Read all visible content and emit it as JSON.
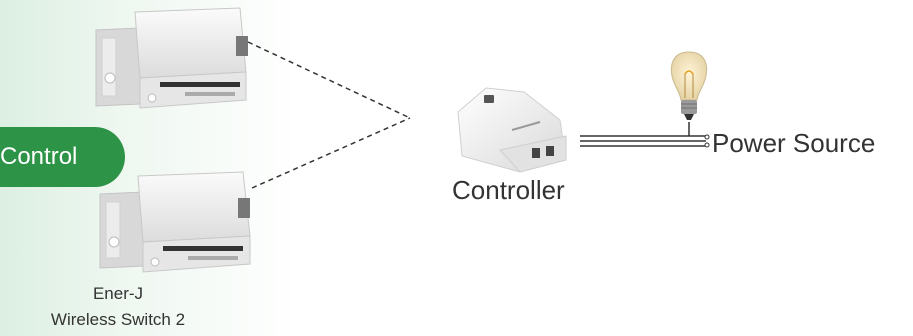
{
  "control_button": {
    "label": "Control"
  },
  "switch_label": {
    "line1": "Ener-J",
    "line2": "Wireless Switch 2"
  },
  "controller_label": "Controller",
  "power_label": "Power Source",
  "colors": {
    "accent_green": "#2d9447",
    "line": "#333333",
    "device_body": "#f2f2f2"
  }
}
